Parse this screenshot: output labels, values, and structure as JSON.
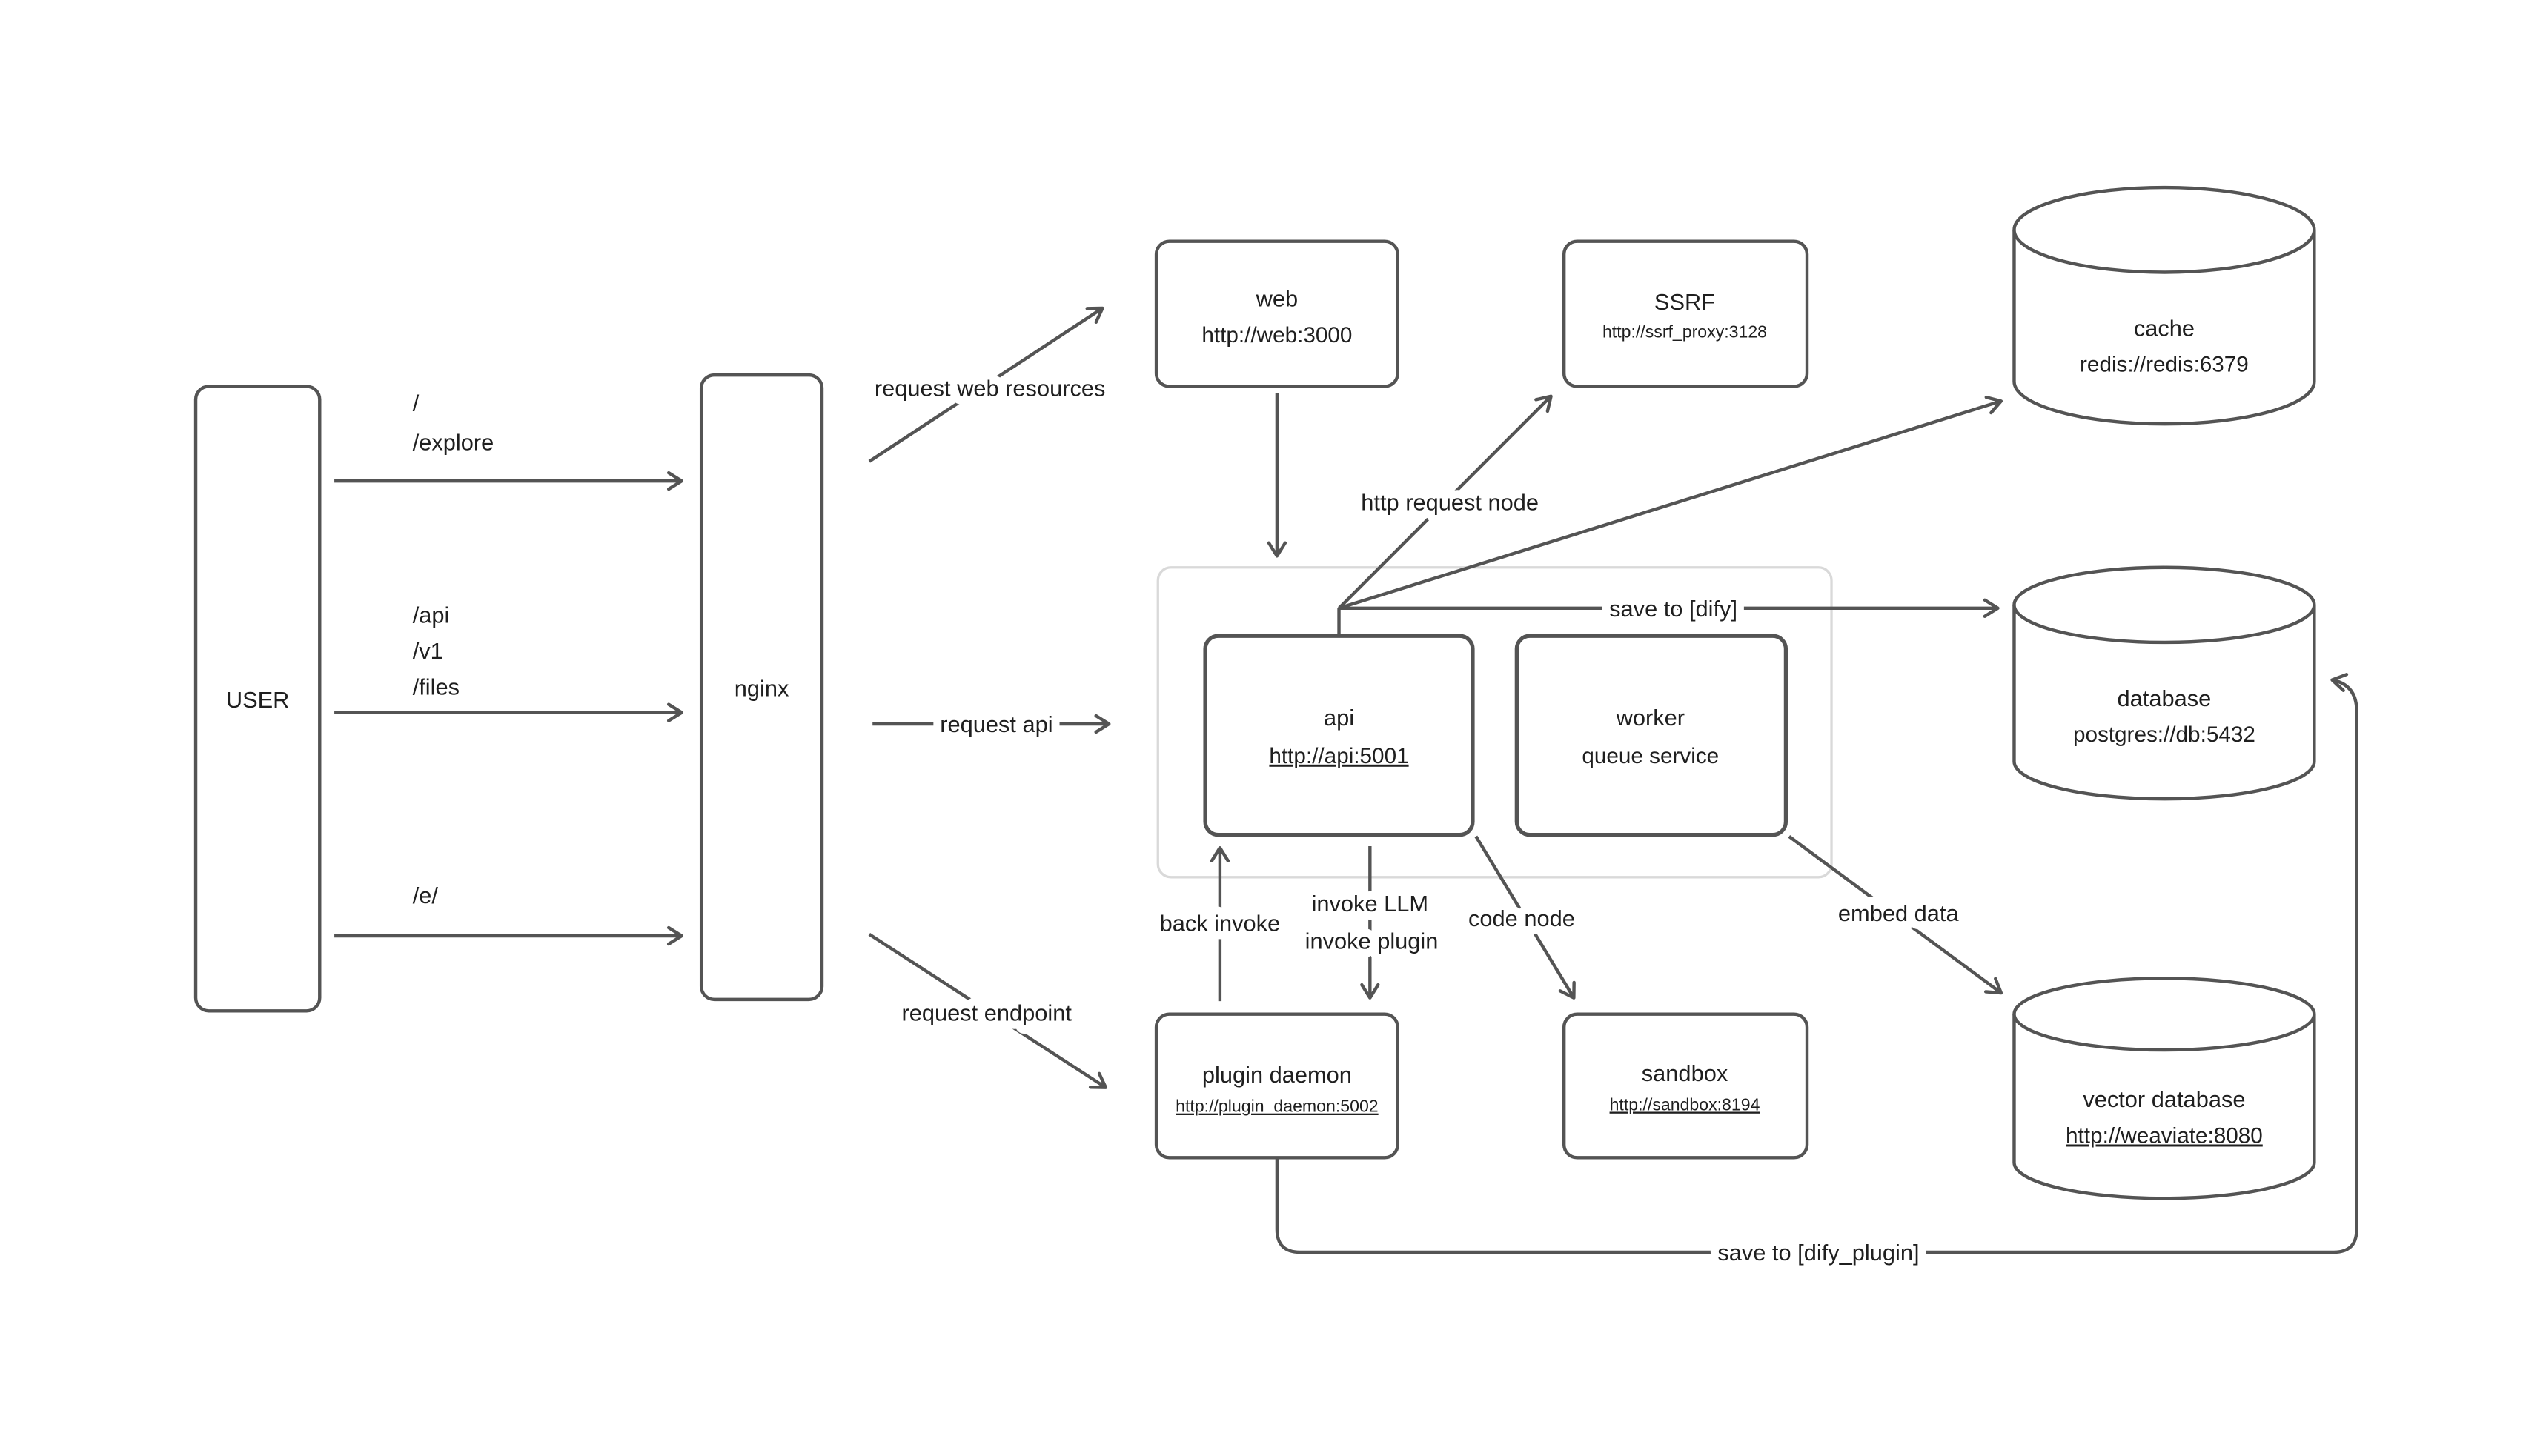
{
  "colors": {
    "background": "#ffffff",
    "line": "#545454",
    "box_border": "#545454",
    "group_border": "#d9d9d9",
    "text": "#1f1f1f"
  },
  "nodes": {
    "user": {
      "label": "USER"
    },
    "nginx": {
      "label": "nginx"
    },
    "web": {
      "title": "web",
      "subtitle": "http://web:3000"
    },
    "ssrf": {
      "title": "SSRF",
      "subtitle": "http://ssrf_proxy:3128"
    },
    "cache": {
      "title": "cache",
      "subtitle": "redis://redis:6379"
    },
    "api": {
      "title": "api",
      "subtitle": "http://api:5001"
    },
    "worker": {
      "title": "worker",
      "subtitle": "queue service"
    },
    "database": {
      "title": "database",
      "subtitle": "postgres://db:5432"
    },
    "plugin_daemon": {
      "title": "plugin daemon",
      "subtitle": "http://plugin_daemon:5002"
    },
    "sandbox": {
      "title": "sandbox",
      "subtitle": "http://sandbox:8194"
    },
    "vector_database": {
      "title": "vector database",
      "subtitle": "http://weaviate:8080"
    }
  },
  "edges": {
    "user_root": {
      "line1": "/",
      "line2": "/explore"
    },
    "user_api": {
      "line1": "/api",
      "line2": "/v1",
      "line3": "/files"
    },
    "user_e": {
      "label": "/e/"
    },
    "request_web": {
      "label": "request web resources"
    },
    "request_api": {
      "label": "request api"
    },
    "request_endpoint": {
      "label": "request endpoint"
    },
    "http_request_node": {
      "label": "http request node"
    },
    "save_to_dify": {
      "label": "save to [dify]"
    },
    "invoke_plugin": {
      "line1": "invoke LLM",
      "line2": "invoke plugin"
    },
    "back_invoke": {
      "label": "back invoke"
    },
    "code_node": {
      "label": "code node"
    },
    "embed_data": {
      "label": "embed data"
    },
    "save_to_dify_plugin": {
      "label": "save to [dify_plugin]"
    }
  }
}
